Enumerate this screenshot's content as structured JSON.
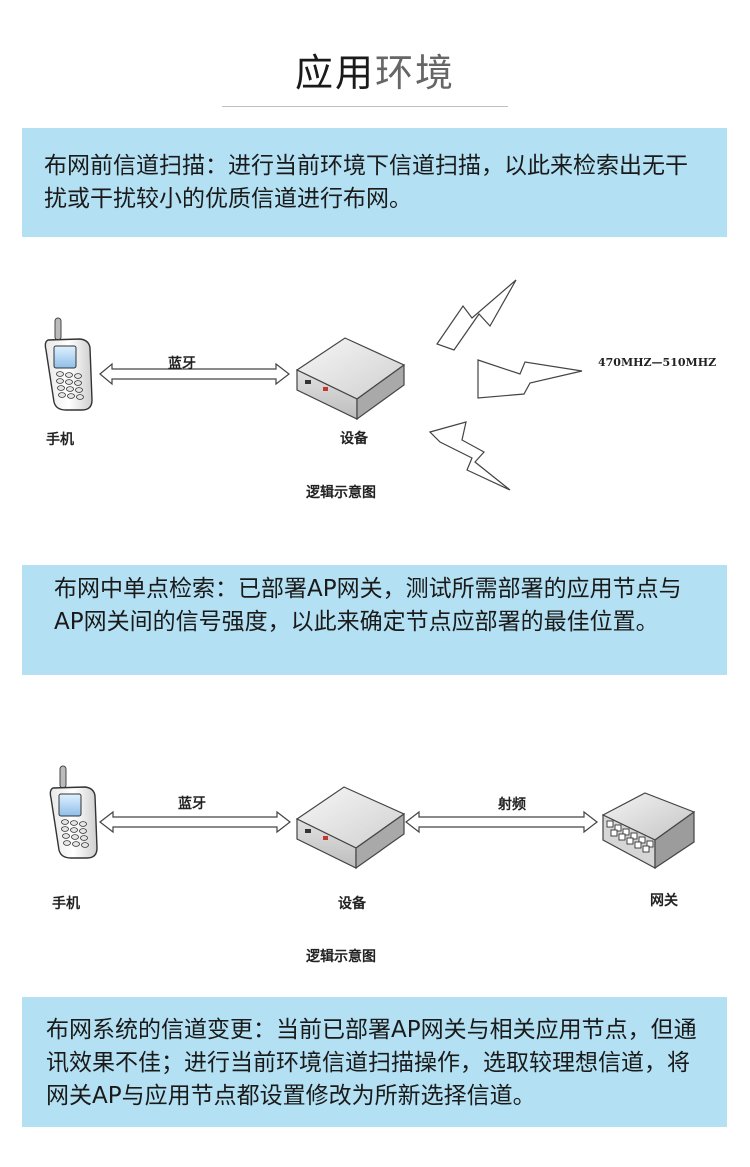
{
  "title": {
    "part1": "应用",
    "part2": "环境"
  },
  "sections": [
    {
      "text": "布网前信道扫描：进行当前环境下信道扫描，以此来检索出无干扰或干扰较小的优质信道进行布网。"
    },
    {
      "text": "布网中单点检索：已部署AP网关，测试所需部署的应用节点与AP网关间的信号强度，以此来确定节点应部署的最佳位置。"
    },
    {
      "text": "布网系统的信道变更：当前已部署AP网关与相关应用节点，但通讯效果不佳；进行当前环境信道扫描操作，选取较理想信道，将网关AP与应用节点都设置修改为所新选择信道。"
    }
  ],
  "diagram1": {
    "phone_label": "手机",
    "link_label": "蓝牙",
    "device_label": "设备",
    "freq_label": "470MHZ—510MHZ",
    "caption": "逻辑示意图"
  },
  "diagram2": {
    "phone_label": "手机",
    "link1_label": "蓝牙",
    "device_label": "设备",
    "link2_label": "射频",
    "gateway_label": "网关",
    "caption": "逻辑示意图"
  }
}
